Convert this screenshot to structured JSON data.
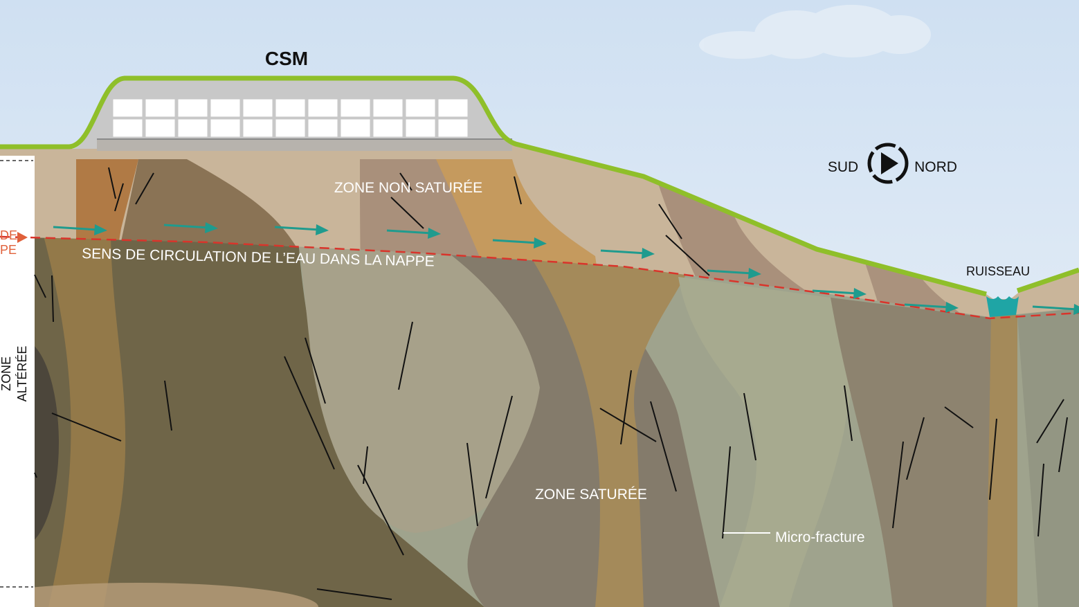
{
  "title": "CSM",
  "labels": {
    "zone_non_saturee": "ZONE NON SATURÉE",
    "zone_saturee": "ZONE SATURÉE",
    "flow_direction": "SENS DE CIRCULATION DE L’EAU DANS LA NAPPE",
    "ruisseau": "RUISSEAU",
    "micro_fracture": "Micro-fracture",
    "zone_alteree_line1": "ZONE",
    "zone_alteree_line2": "ALTÉRÉE",
    "left_cut_line1": "DE",
    "left_cut_line2": "PE"
  },
  "compass": {
    "left": "SUD",
    "right": "NORD",
    "icon": "play-arrow-circle-icon"
  },
  "colors": {
    "sky_top": "#cfe0f2",
    "sky_bottom": "#eaf1f7",
    "grass": "#8fbf2a",
    "water_table": "#d9342b",
    "flow_arrow": "#1f9b8e",
    "stream": "#1fa5a5",
    "unsaturated_base": "#c9b59a",
    "saturated_base": "#9fa38d",
    "dark_band": "#6f6548",
    "ochre_band": "#a48a5a",
    "pale_band": "#a7aa8f"
  }
}
